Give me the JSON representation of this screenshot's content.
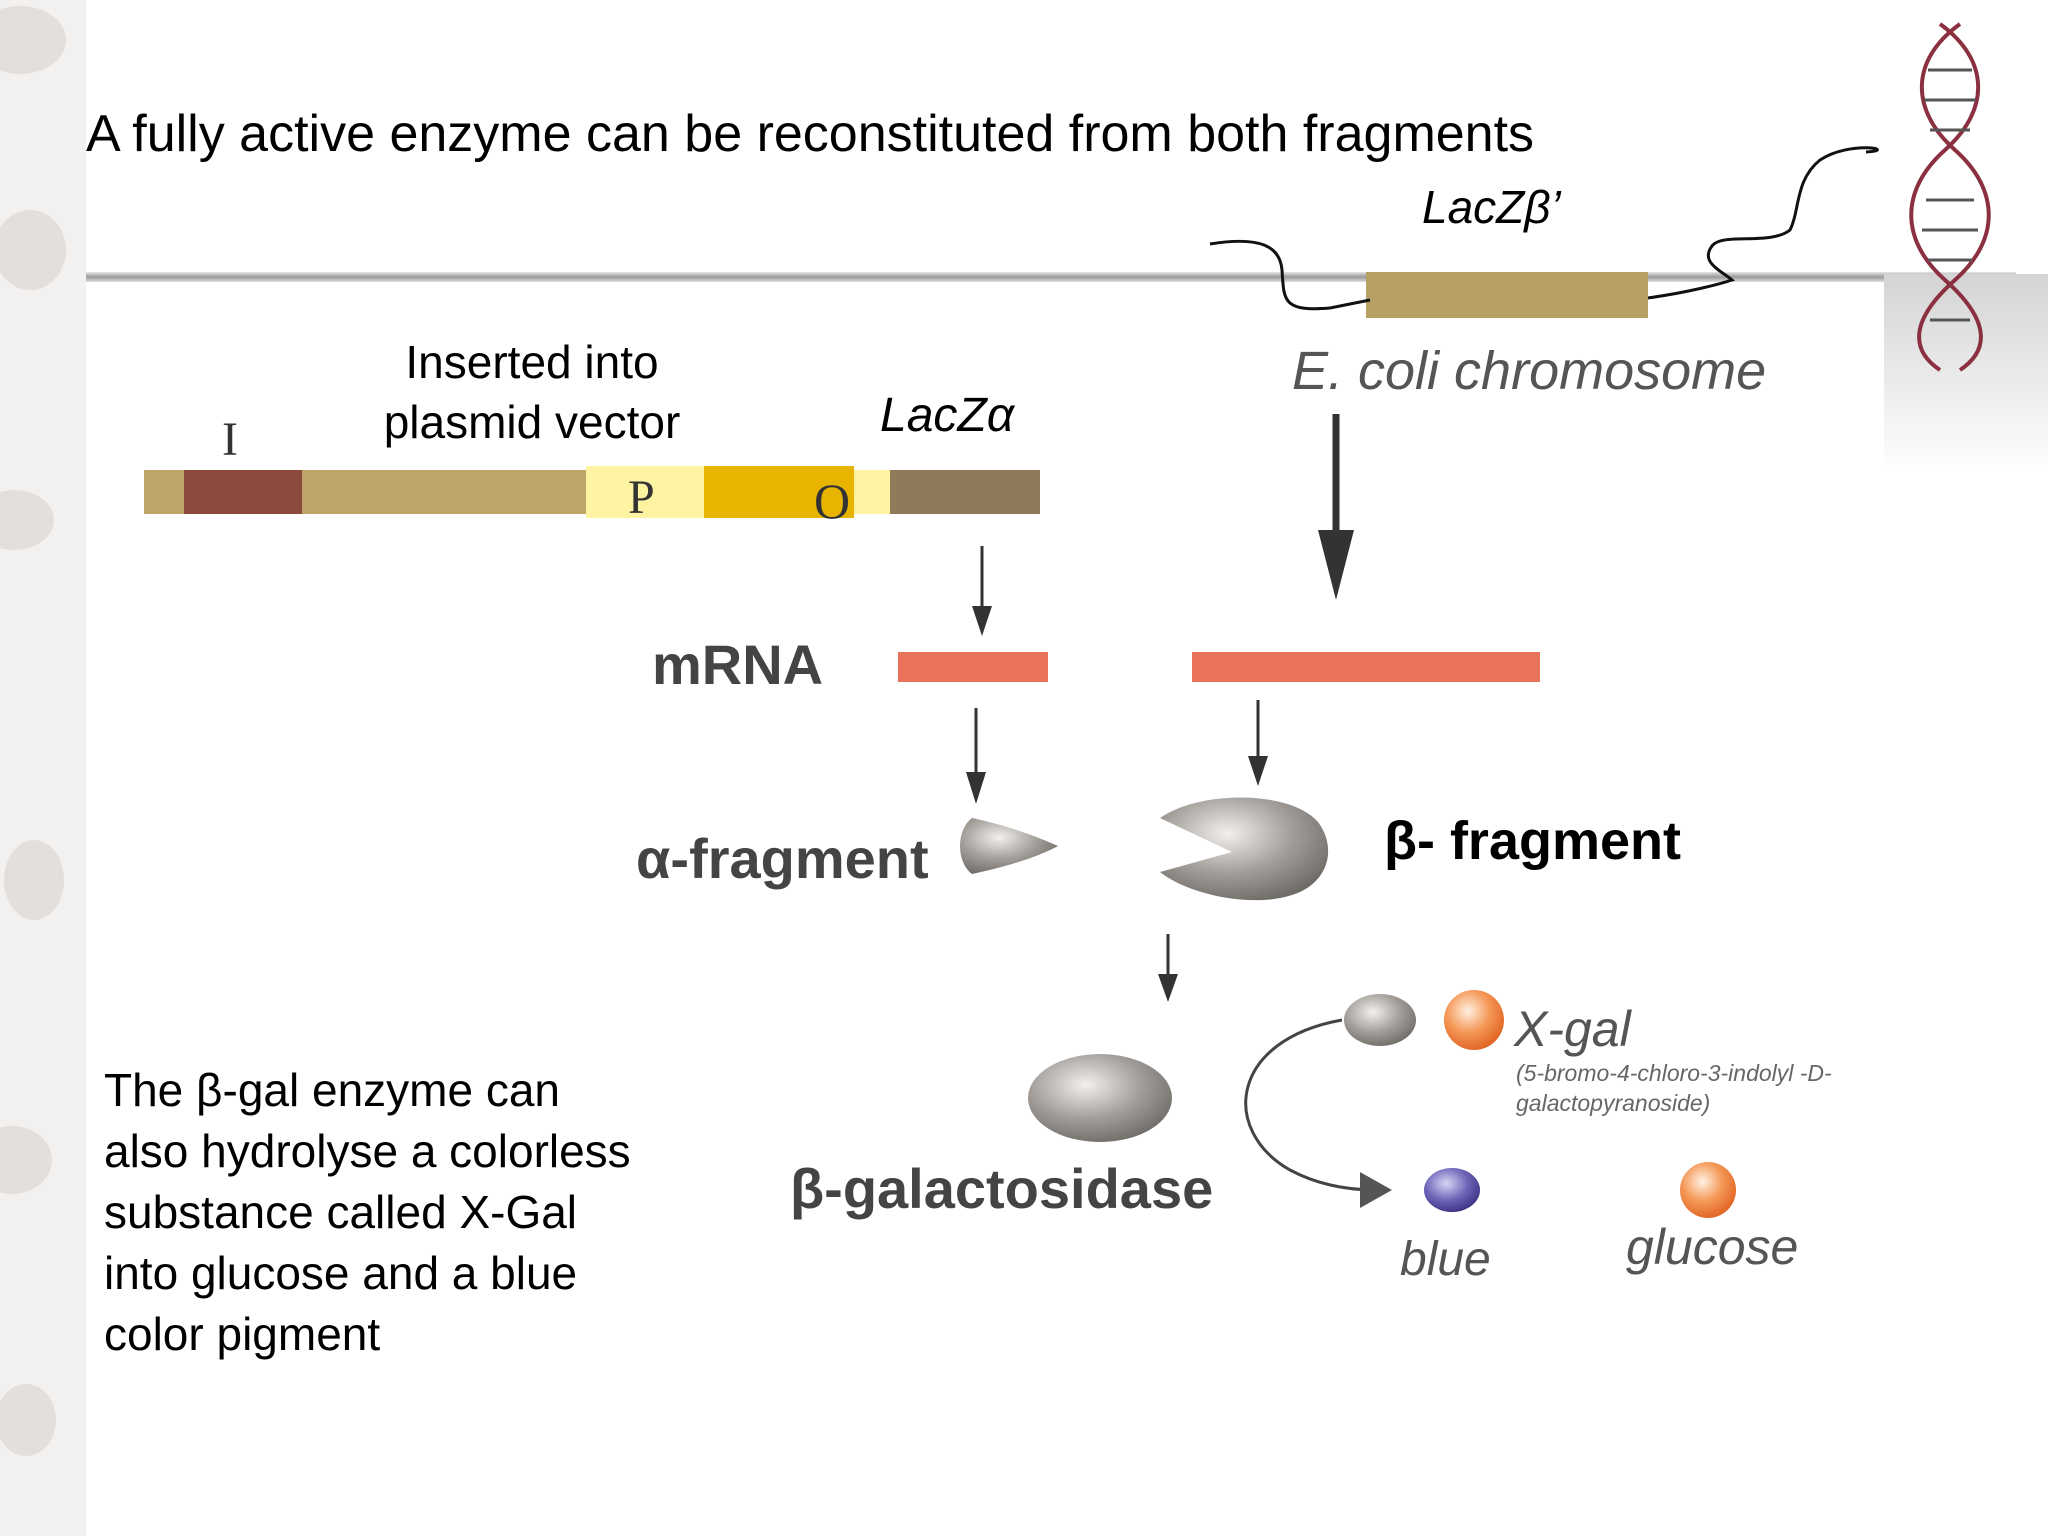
{
  "slide": {
    "title": "A fully active enzyme can be reconstituted from both fragments",
    "lacz_beta_label": "LacZβ’",
    "ecoli_chromosome_label": "E. coli chromosome",
    "inserted_label": "Inserted into plasmid vector",
    "lacz_alpha_label": "LacZα",
    "gene_I_label": "I",
    "gene_P_label": "P",
    "gene_O_label": "O",
    "mrna_label": "mRNA",
    "alpha_fragment_label": "α-fragment",
    "beta_fragment_label": "β- fragment",
    "beta_galactosidase_label": "β-galactosidase",
    "xgal_label": "X-gal",
    "xgal_chemical_name": "(5-bromo-4-chloro-3-indolyl -D-galactopyranoside)",
    "blue_label": "blue",
    "glucose_label": "glucose",
    "note_text": "The β-gal enzyme can\nalso hydrolyse a colorless\nsubstance called X-Gal\ninto glucose and a blue\ncolor pigment"
  },
  "colors": {
    "plasmid_tan": "#bfa56a",
    "gene_I": "#8b4a3c",
    "promoter": "#fdf3a0",
    "operator": "#e8b400",
    "lacz_alpha_segment": "#8f7a5a",
    "lacz_beta_segment": "#b8a064",
    "mrna": "#e8735a",
    "fragment_gray": "#8a8580",
    "xgal_orange": "#f07a30",
    "blue_pigment": "#5a50a0"
  }
}
